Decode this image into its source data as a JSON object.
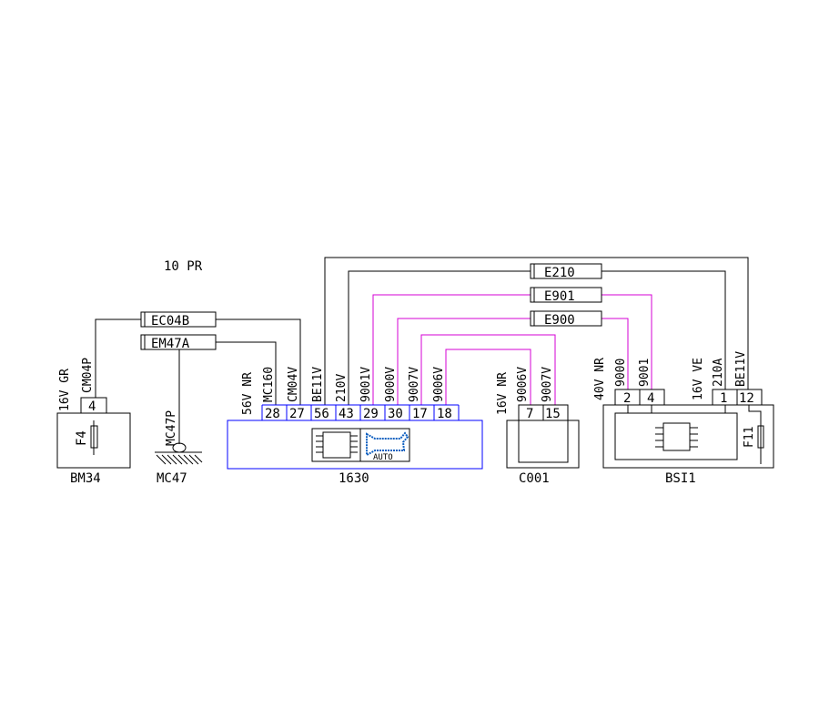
{
  "title": "10 PR",
  "colors": {
    "wire_black": "#000000",
    "wire_magenta": "#d400d4",
    "ecu_outline": "#0000ff"
  },
  "wire_labels": {
    "ec04b": "EC04B",
    "em47a": "EM47A",
    "e210": "E210",
    "e901": "E901",
    "e900": "E900"
  },
  "components": {
    "bm34": {
      "name": "BM34",
      "fuse": "F4",
      "pin": "4",
      "labels": [
        "16V GR",
        "CM04P"
      ]
    },
    "mc47": {
      "name": "MC47",
      "label": "MC47P"
    },
    "ecu1630": {
      "name": "1630",
      "connector_label": "56V NR",
      "pins": [
        "28",
        "27",
        "56",
        "43",
        "29",
        "30",
        "17",
        "18"
      ],
      "wires": [
        "MC160",
        "CM04V",
        "BE11V",
        "210V",
        "9001V",
        "9000V",
        "9007V",
        "9006V"
      ],
      "icon_text": "AUTO"
    },
    "c001": {
      "name": "C001",
      "connector_label": "16V NR",
      "pins": [
        "7",
        "15"
      ],
      "wires": [
        "9006V",
        "9007V"
      ]
    },
    "bsi1": {
      "name": "BSI1",
      "fuse": "F11",
      "connector_a": {
        "label": "40V NR",
        "pins": [
          "2",
          "4"
        ],
        "wires": [
          "9000",
          "9001"
        ]
      },
      "connector_b": {
        "label": "16V VE",
        "pins": [
          "1",
          "12"
        ],
        "wires": [
          "210A",
          "BE11V"
        ]
      }
    }
  }
}
